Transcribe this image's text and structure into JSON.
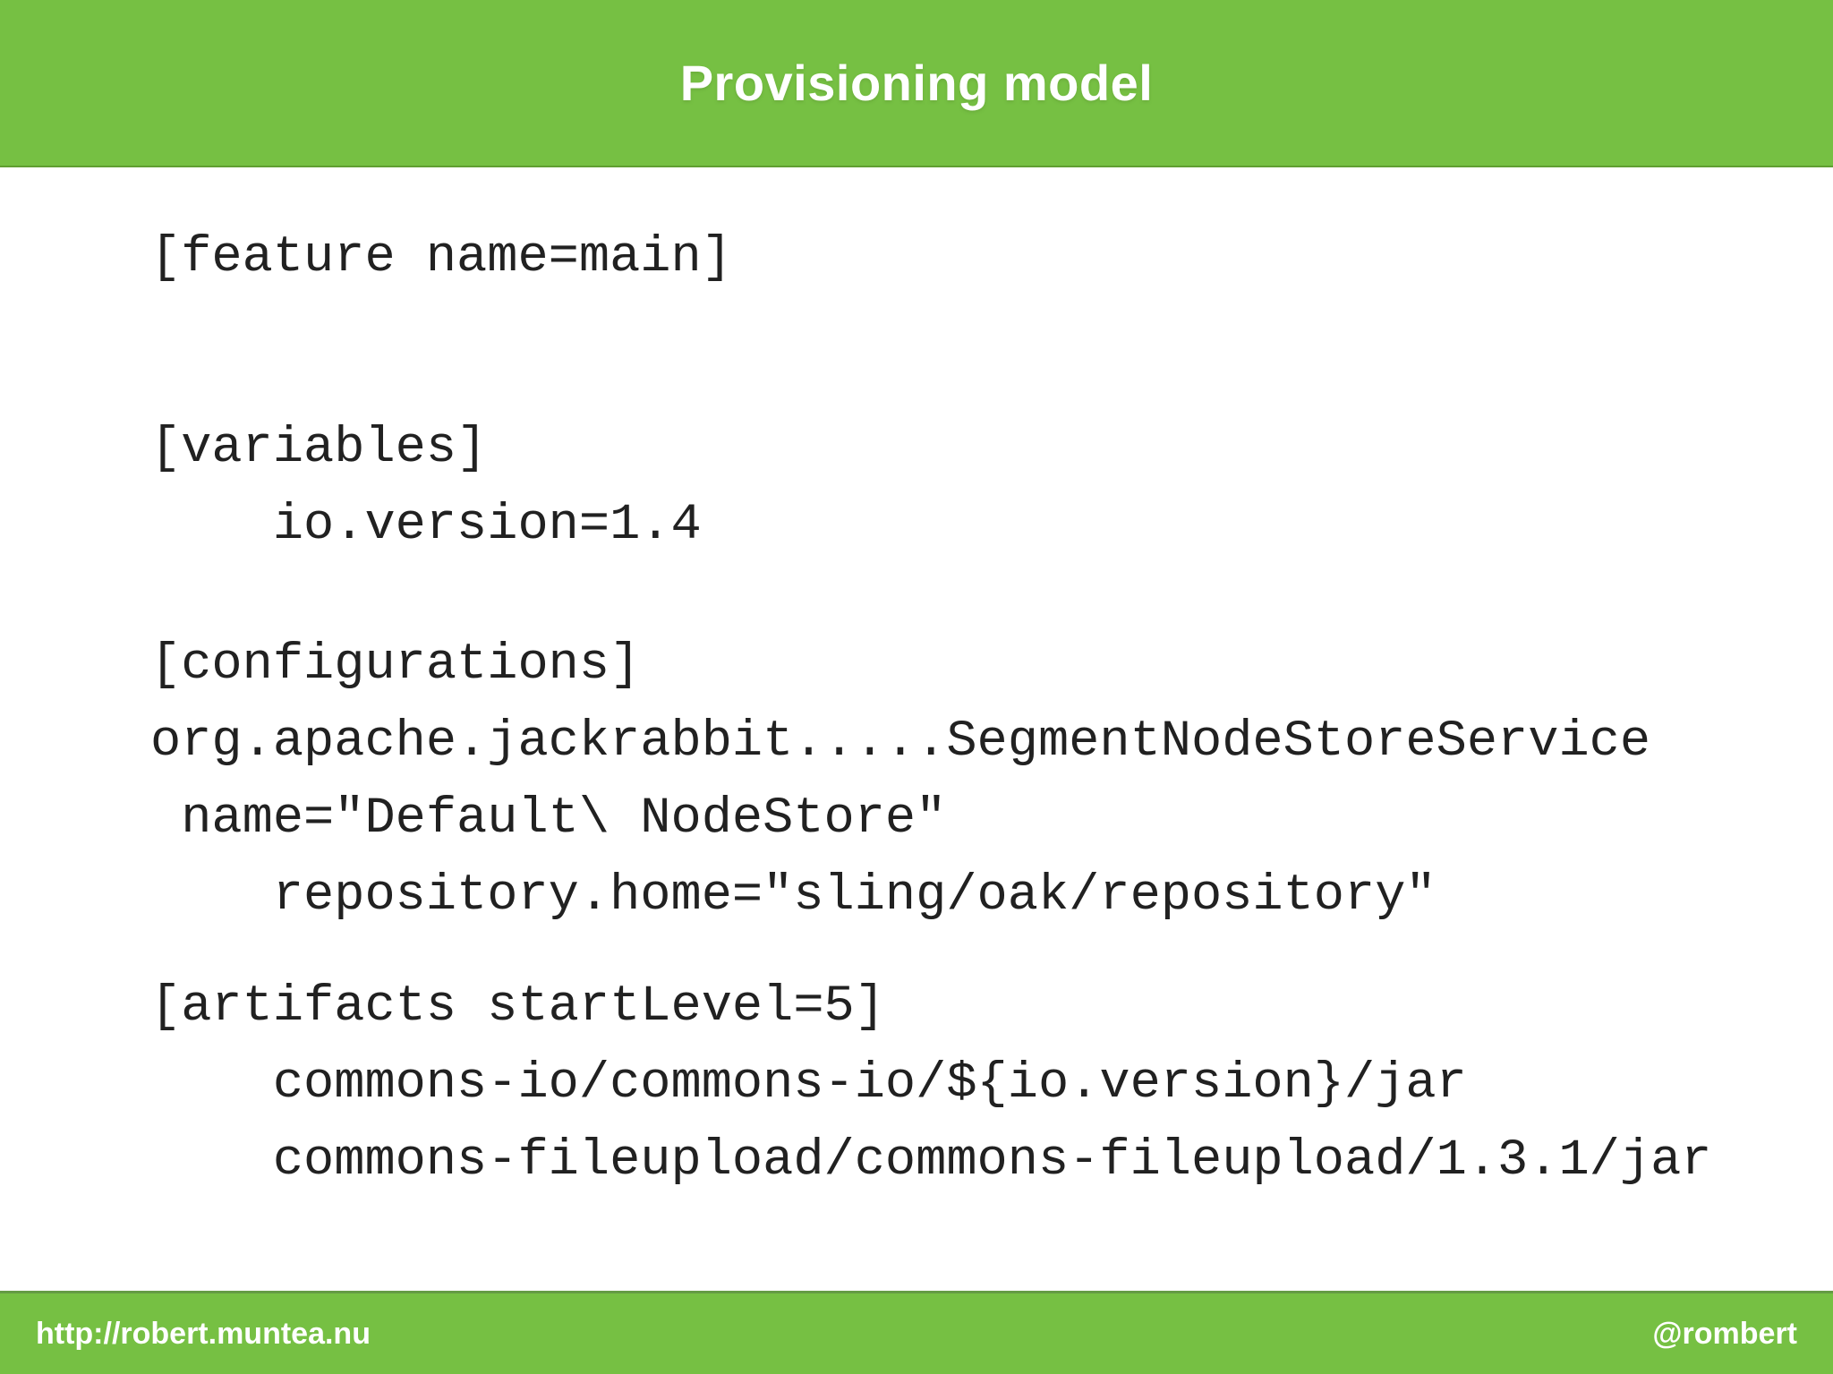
{
  "slide": {
    "title": "Provisioning model",
    "colors": {
      "accent_green": "#76c043",
      "code_text": "#212121",
      "background": "#ffffff",
      "title_text": "#ffffff"
    },
    "code_blocks": [
      {
        "lines": [
          "[feature name=main]"
        ]
      },
      {
        "lines": [
          "[variables]",
          "    io.version=1.4"
        ]
      },
      {
        "lines": [
          "[configurations]",
          "org.apache.jackrabbit.....SegmentNodeStoreService",
          " name=\"Default\\ NodeStore\"",
          "    repository.home=\"sling/oak/repository\""
        ]
      },
      {
        "lines": [
          "[artifacts startLevel=5]",
          "    commons-io/commons-io/${io.version}/jar",
          "    commons-fileupload/commons-fileupload/1.3.1/jar"
        ]
      }
    ],
    "footer": {
      "left": "http://robert.muntea.nu",
      "right": "@rombert"
    }
  }
}
